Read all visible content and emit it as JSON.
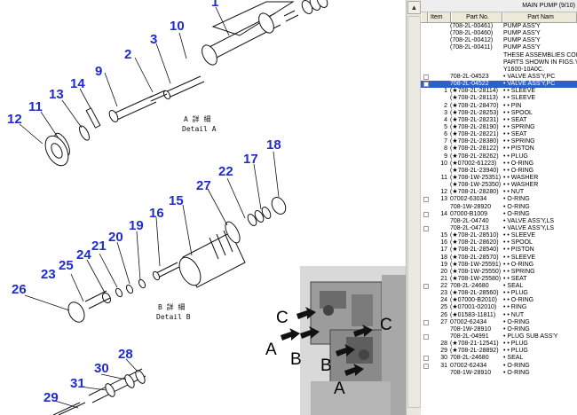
{
  "window_title": "MAIN PUMP (9/10)",
  "columns": {
    "item": "Item",
    "part_no": "Part No.",
    "part_name": "Part Nam"
  },
  "diagram": {
    "callouts": [
      "1",
      "2",
      "3",
      "10",
      "9",
      "14",
      "13",
      "11",
      "12",
      "18",
      "17",
      "22",
      "27",
      "15",
      "16",
      "19",
      "20",
      "21",
      "24",
      "25",
      "23",
      "26",
      "28",
      "30",
      "31",
      "29"
    ],
    "details": {
      "a_jp": "A 詳 細",
      "a_en": "Detail A",
      "b_jp": "B 詳 細",
      "b_en": "Detail B"
    },
    "markers": [
      "C",
      "C",
      "A",
      "B",
      "B",
      "A"
    ]
  },
  "rows": [
    {
      "box": false,
      "item": "",
      "part": "(708-2L-00461)",
      "name": "PUMP ASS'Y",
      "sel": false
    },
    {
      "box": false,
      "item": "",
      "part": "(708-2L-00460)",
      "name": "PUMP ASS'Y",
      "sel": false
    },
    {
      "box": false,
      "item": "",
      "part": "(708-2L-00412)",
      "name": "PUMP ASS'Y",
      "sel": false
    },
    {
      "box": false,
      "item": "",
      "part": "(708-2L-00411)",
      "name": "PUMP ASS'Y",
      "sel": false
    },
    {
      "box": false,
      "item": "",
      "part": "",
      "name": "THESE ASSEMBLIES CON",
      "sel": false
    },
    {
      "box": false,
      "item": "",
      "part": "",
      "name": "PARTS SHOWN IN FIGS.Y",
      "sel": false
    },
    {
      "box": false,
      "item": "",
      "part": "",
      "name": "Y1600-10A0C.",
      "sel": false
    },
    {
      "box": true,
      "item": "",
      "part": "708-2L-04523",
      "name": "• VALVE ASS'Y,PC",
      "sel": false
    },
    {
      "box": true,
      "item": "",
      "part": "708-2L-04522",
      "name": "• VALVE ASS'Y,PC",
      "sel": true
    },
    {
      "box": false,
      "item": "1",
      "part": "(★708-2L-28114)",
      "name": "• • SLEEVE",
      "sel": false
    },
    {
      "box": false,
      "item": "",
      "part": "(★708-2L-28113)",
      "name": "• • SLEEVE",
      "sel": false
    },
    {
      "box": false,
      "item": "2",
      "part": "(★708-2L-28470)",
      "name": "• • PIN",
      "sel": false
    },
    {
      "box": false,
      "item": "3",
      "part": "(★708-2L-28253)",
      "name": "• • SPOOL",
      "sel": false
    },
    {
      "box": false,
      "item": "4",
      "part": "(★708-2L-28231)",
      "name": "• • SEAT",
      "sel": false
    },
    {
      "box": false,
      "item": "5",
      "part": "(★708-2L-28190)",
      "name": "• • SPRING",
      "sel": false
    },
    {
      "box": false,
      "item": "6",
      "part": "(★708-2L-28221)",
      "name": "• • SEAT",
      "sel": false
    },
    {
      "box": false,
      "item": "7",
      "part": "(★708-2L-28380)",
      "name": "• • SPRING",
      "sel": false
    },
    {
      "box": false,
      "item": "8",
      "part": "(★708-2L-28122)",
      "name": "• • PISTON",
      "sel": false
    },
    {
      "box": false,
      "item": "9",
      "part": "(★708-2L-28262)",
      "name": "• • PLUG",
      "sel": false
    },
    {
      "box": false,
      "item": "10",
      "part": "(★07002-61223)",
      "name": "• • O-RING",
      "sel": false
    },
    {
      "box": false,
      "item": "",
      "part": "(★708-2L-23940)",
      "name": "• • O-RING",
      "sel": false
    },
    {
      "box": false,
      "item": "11",
      "part": "(★708-1W-25351)",
      "name": "• • WASHER",
      "sel": false
    },
    {
      "box": false,
      "item": "",
      "part": "(★708-1W-25350)",
      "name": "• • WASHER",
      "sel": false
    },
    {
      "box": false,
      "item": "12",
      "part": "(★708-2L-28280)",
      "name": "• • NUT",
      "sel": false
    },
    {
      "box": true,
      "item": "13",
      "part": "07002-63034",
      "name": "• O-RING",
      "sel": false
    },
    {
      "box": false,
      "item": "",
      "part": "708-1W-28920",
      "name": "• O-RING",
      "sel": false
    },
    {
      "box": true,
      "item": "14",
      "part": "07000-B1009",
      "name": "• O-RING",
      "sel": false
    },
    {
      "box": false,
      "item": "",
      "part": "708-2L-04740",
      "name": "• VALVE ASS'Y,LS",
      "sel": false
    },
    {
      "box": true,
      "item": "",
      "part": "708-2L-04713",
      "name": "• VALVE ASS'Y,LS",
      "sel": false
    },
    {
      "box": false,
      "item": "15",
      "part": "(★708-2L-28510)",
      "name": "• • SLEEVE",
      "sel": false
    },
    {
      "box": false,
      "item": "16",
      "part": "(★708-2L-28620)",
      "name": "• • SPOOL",
      "sel": false
    },
    {
      "box": false,
      "item": "17",
      "part": "(★708-2L-28540)",
      "name": "• • PISTON",
      "sel": false
    },
    {
      "box": false,
      "item": "18",
      "part": "(★708-2L-28570)",
      "name": "• • SLEEVE",
      "sel": false
    },
    {
      "box": false,
      "item": "19",
      "part": "(★708-1W-25591)",
      "name": "• • O-RING",
      "sel": false
    },
    {
      "box": false,
      "item": "20",
      "part": "(★708-1W-25550)",
      "name": "• • SPRING",
      "sel": false
    },
    {
      "box": false,
      "item": "21",
      "part": "(★708-1W-25580)",
      "name": "• • SEAT",
      "sel": false
    },
    {
      "box": true,
      "item": "22",
      "part": "708-2L-24680",
      "name": "• SEAL",
      "sel": false
    },
    {
      "box": false,
      "item": "23",
      "part": "(★708-2L-28560)",
      "name": "• • PLUG",
      "sel": false
    },
    {
      "box": false,
      "item": "24",
      "part": "(★07000-B2010)",
      "name": "• • O-RING",
      "sel": false
    },
    {
      "box": false,
      "item": "25",
      "part": "(★07001-02010)",
      "name": "• • RING",
      "sel": false
    },
    {
      "box": false,
      "item": "26",
      "part": "(★01583-11811)",
      "name": "• • NUT",
      "sel": false
    },
    {
      "box": true,
      "item": "27",
      "part": "07002-62434",
      "name": "• O-RING",
      "sel": false
    },
    {
      "box": false,
      "item": "",
      "part": "708-1W-28910",
      "name": "• O-RING",
      "sel": false
    },
    {
      "box": true,
      "item": "",
      "part": "708-2L-04991",
      "name": "• PLUG SUB ASS'Y",
      "sel": false
    },
    {
      "box": false,
      "item": "28",
      "part": "(★708-21-12541)",
      "name": "• • PLUG",
      "sel": false
    },
    {
      "box": false,
      "item": "29",
      "part": "(★708-2L-28892)",
      "name": "• • PLUG",
      "sel": false
    },
    {
      "box": true,
      "item": "30",
      "part": "708-2L-24680",
      "name": "• SEAL",
      "sel": false
    },
    {
      "box": true,
      "item": "31",
      "part": "07002-62434",
      "name": "• O-RING",
      "sel": false
    },
    {
      "box": false,
      "item": "",
      "part": "708-1W-28910",
      "name": "• O-RING",
      "sel": false
    }
  ]
}
